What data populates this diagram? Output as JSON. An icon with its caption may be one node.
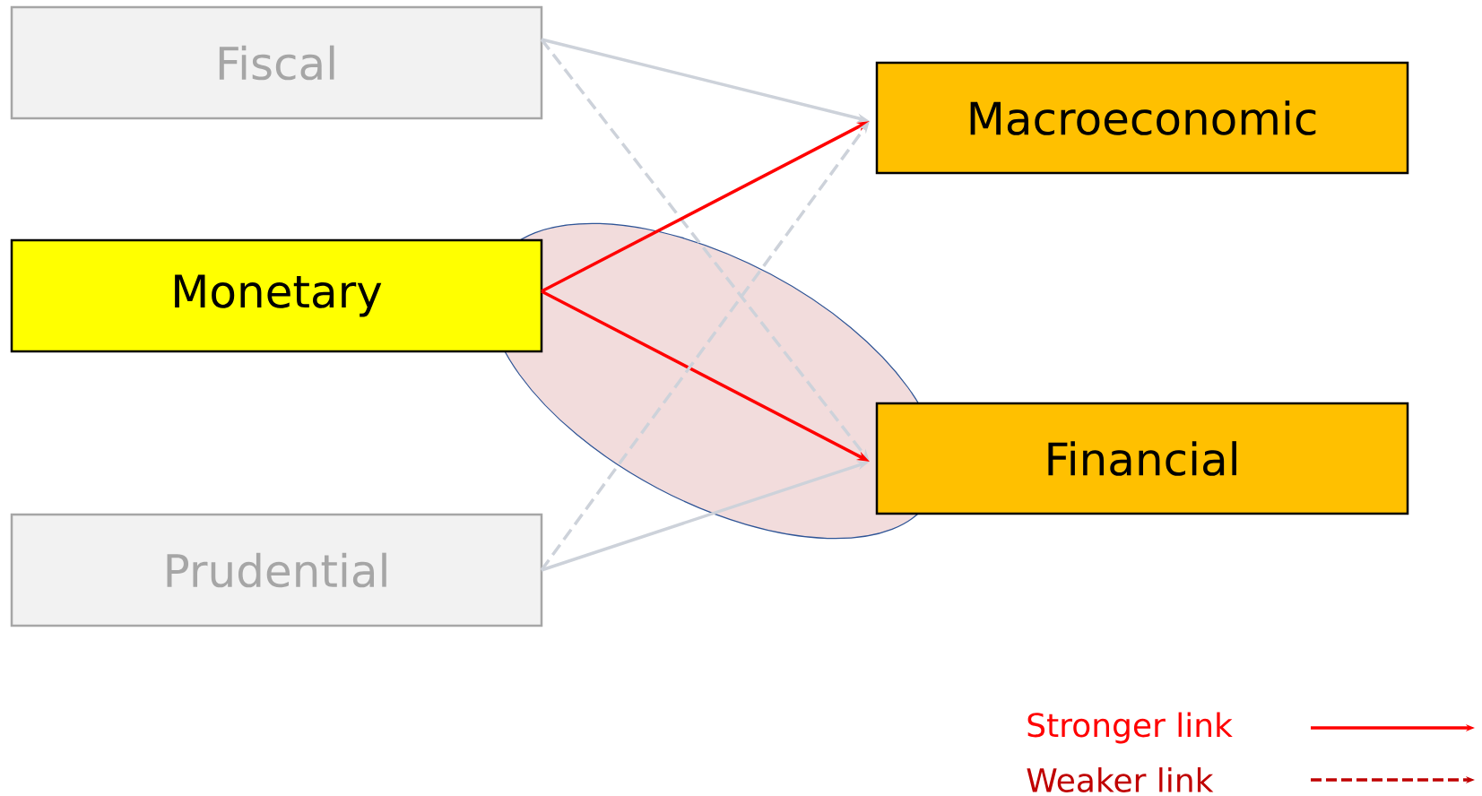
{
  "diagram": {
    "nodes": [
      {
        "text": [
          "Fiscal"
        ]
      },
      {
        "text": [
          "Monetary"
        ]
      },
      {
        "text": [
          "Prudential"
        ]
      },
      {
        "text": [
          "Macroeconomic"
        ]
      },
      {
        "text": [
          "Financial"
        ]
      }
    ],
    "edges": [
      {
        "from": 0,
        "to": 3,
        "arrow": "to"
      },
      {
        "from": 0,
        "to": 4,
        "arrow": "to",
        "style": "dashed"
      },
      {
        "from": 1,
        "to": 3,
        "arrow": "to",
        "color": "#ff0000"
      },
      {
        "from": 1,
        "to": 4,
        "arrow": "to",
        "color": "#ff0000"
      },
      {
        "from": 2,
        "to": 3,
        "arrow": "to",
        "style": "dashed"
      },
      {
        "from": 2,
        "to": 4,
        "arrow": "to"
      }
    ],
    "legend": [
      {
        "text": "Stronger link"
      },
      {
        "text": "Weaker link"
      }
    ]
  }
}
